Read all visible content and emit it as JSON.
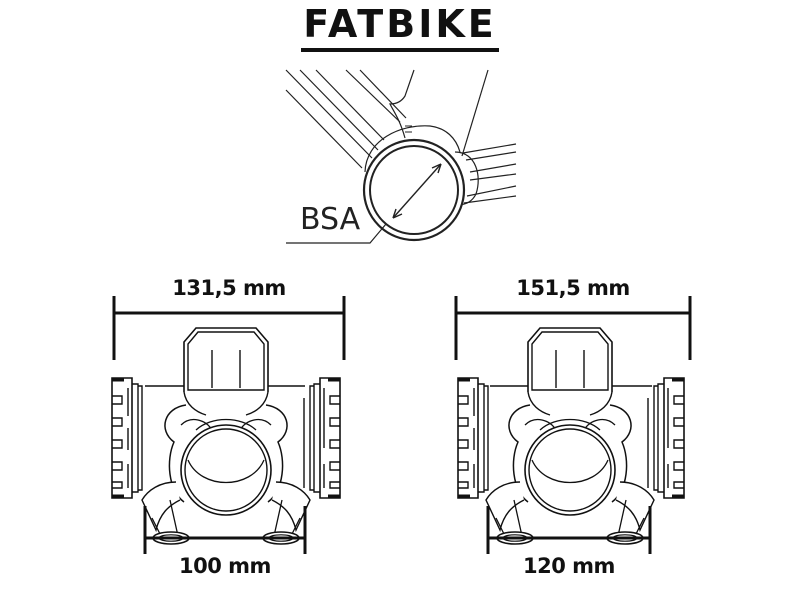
{
  "title": "FATBIKE",
  "bsa_diagram": {
    "label": "BSA"
  },
  "left_shell": {
    "shell_width": "131,5 mm",
    "chainstay_spacing": "100 mm"
  },
  "right_shell": {
    "shell_width": "151,5 mm",
    "chainstay_spacing": "120 mm"
  },
  "colors": {
    "line": "#111111",
    "background": "#ffffff"
  }
}
